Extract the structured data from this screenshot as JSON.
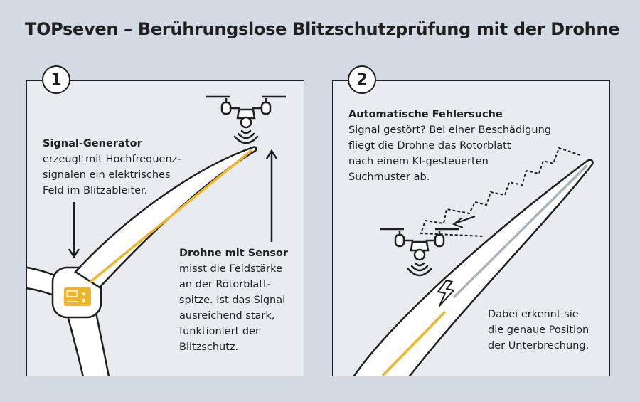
{
  "title": "TOPseven – Berührungslose Blitzschutzprüfung mit der Drohne",
  "colors": {
    "accent": "#f0b429",
    "background": "#d3dae3",
    "panel": "#e8ecf0",
    "line": "#1f1f1f",
    "conductor_gray": "#a9b4bf"
  },
  "panel1": {
    "number": "1",
    "generator": {
      "heading": "Signal-Generator",
      "lines": [
        "erzeugt mit Hochfrequenz-",
        "signalen ein elektrisches",
        "Feld im Blitzableiter."
      ]
    },
    "drone_sensor": {
      "heading": "Drohne mit Sensor",
      "lines": [
        "misst die Feldstärke",
        "an der Rotorblatt-",
        "spitze. Ist das Signal",
        "ausreichend stark,",
        "funktioniert der",
        "Blitzschutz."
      ]
    },
    "icons": [
      "drone-icon",
      "signal-waves-icon",
      "signal-generator-icon",
      "wind-turbine-icon"
    ]
  },
  "panel2": {
    "number": "2",
    "search": {
      "heading": "Automatische Fehlersuche",
      "lines": [
        "Signal gestört? Bei einer Beschädigung",
        "fliegt die Drohne das Rotorblatt",
        "nach einem KI-gesteuerten",
        "Suchmuster ab."
      ]
    },
    "result": {
      "lines": [
        "Dabei erkennt sie",
        "die genaue Position",
        "der Unterbrechung."
      ]
    },
    "icons": [
      "drone-icon",
      "signal-waves-icon",
      "lightning-damage-icon",
      "search-path-icon"
    ]
  }
}
